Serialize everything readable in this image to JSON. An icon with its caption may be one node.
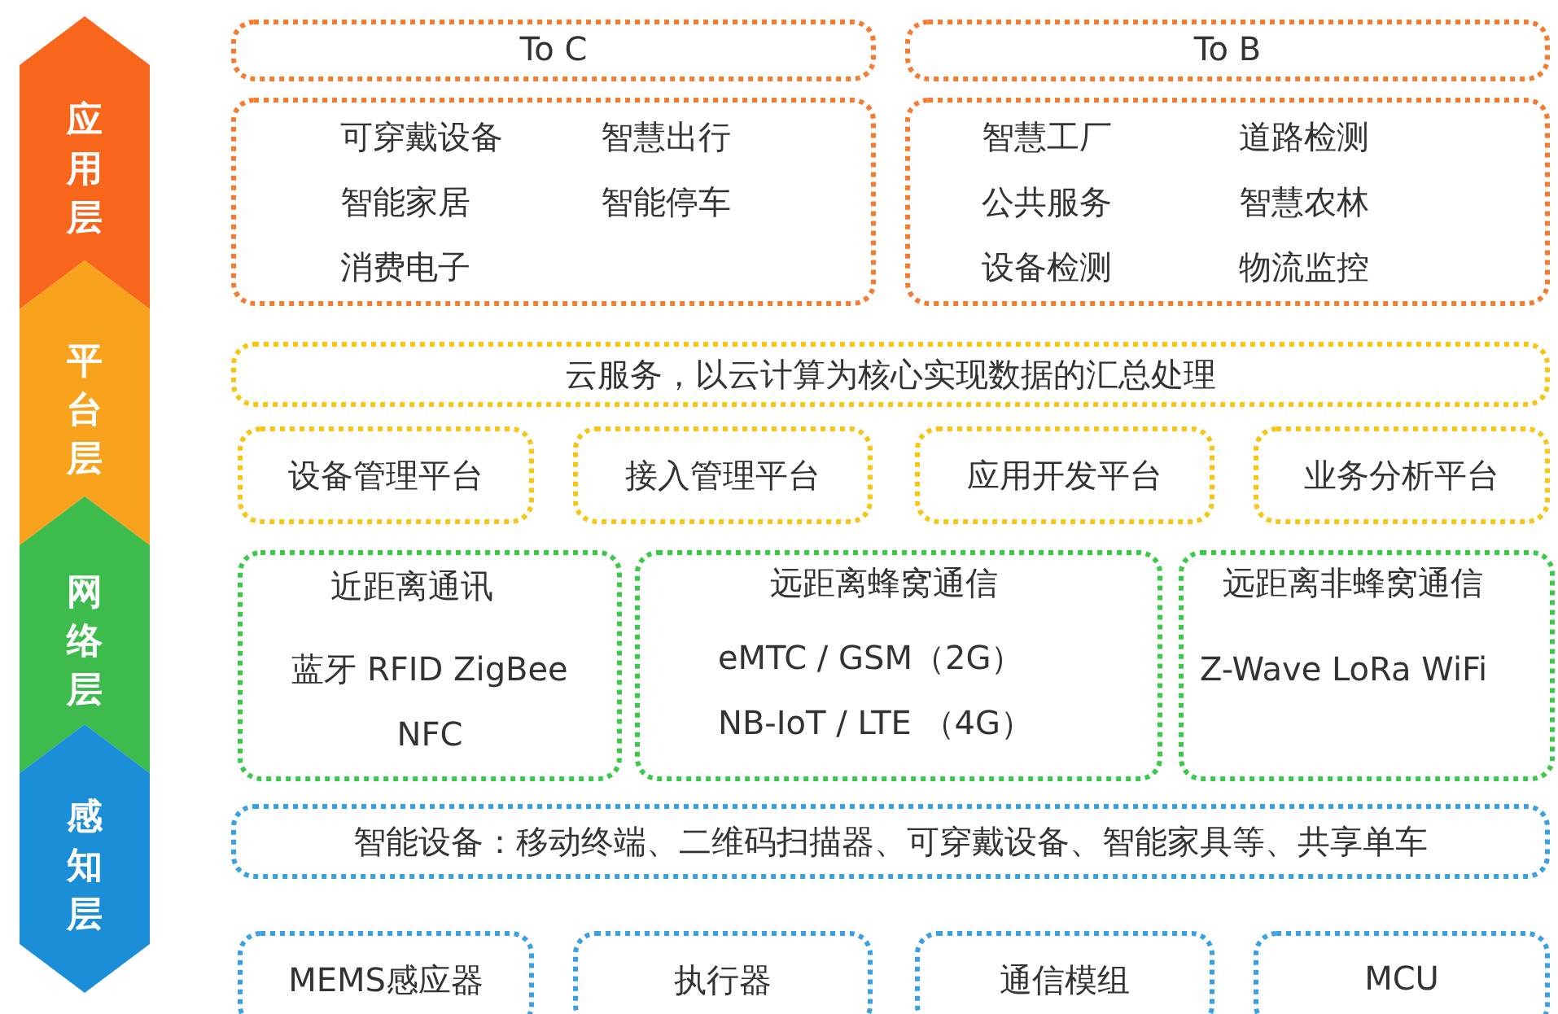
{
  "diagram": {
    "nodes": [
      {
        "text": [
          "应用层"
        ]
      },
      {
        "text": [
          "平台层"
        ]
      },
      {
        "text": [
          "网络层"
        ]
      },
      {
        "text": [
          "感知层"
        ]
      },
      {
        "text": [
          "To C"
        ]
      },
      {
        "text": [
          "To B"
        ]
      },
      {
        "text": [
          "可穿戴设备",
          "智慧出行",
          "智能家居",
          "智能停车",
          "消费电子"
        ]
      },
      {
        "text": [
          "智慧工厂",
          "道路检测",
          "公共服务",
          "智慧农林",
          "设备检测",
          "物流监控"
        ]
      },
      {
        "text": [
          "云服务，以云计算为核心实现数据的汇总处理"
        ]
      },
      {
        "text": [
          "设备管理平台"
        ]
      },
      {
        "text": [
          "接入管理平台"
        ]
      },
      {
        "text": [
          "应用开发平台"
        ]
      },
      {
        "text": [
          "业务分析平台"
        ]
      },
      {
        "text": [
          "近距离通讯",
          "蓝牙 RFID ZigBee NFC"
        ]
      },
      {
        "text": [
          "远距离蜂窝通信",
          "eMTC / GSM（2G）",
          "NB-IoT / LTE （4G）"
        ]
      },
      {
        "text": [
          "远距离非蜂窝通信",
          "Z-Wave LoRa WiFi"
        ]
      },
      {
        "text": [
          "智能设备：移动终端、二维码扫描器、可穿戴设备、智能家具等、共享单车"
        ]
      },
      {
        "text": [
          "MEMS感应器"
        ]
      },
      {
        "text": [
          "执行器"
        ]
      },
      {
        "text": [
          "通信模组"
        ]
      },
      {
        "text": [
          "MCU"
        ]
      }
    ]
  }
}
